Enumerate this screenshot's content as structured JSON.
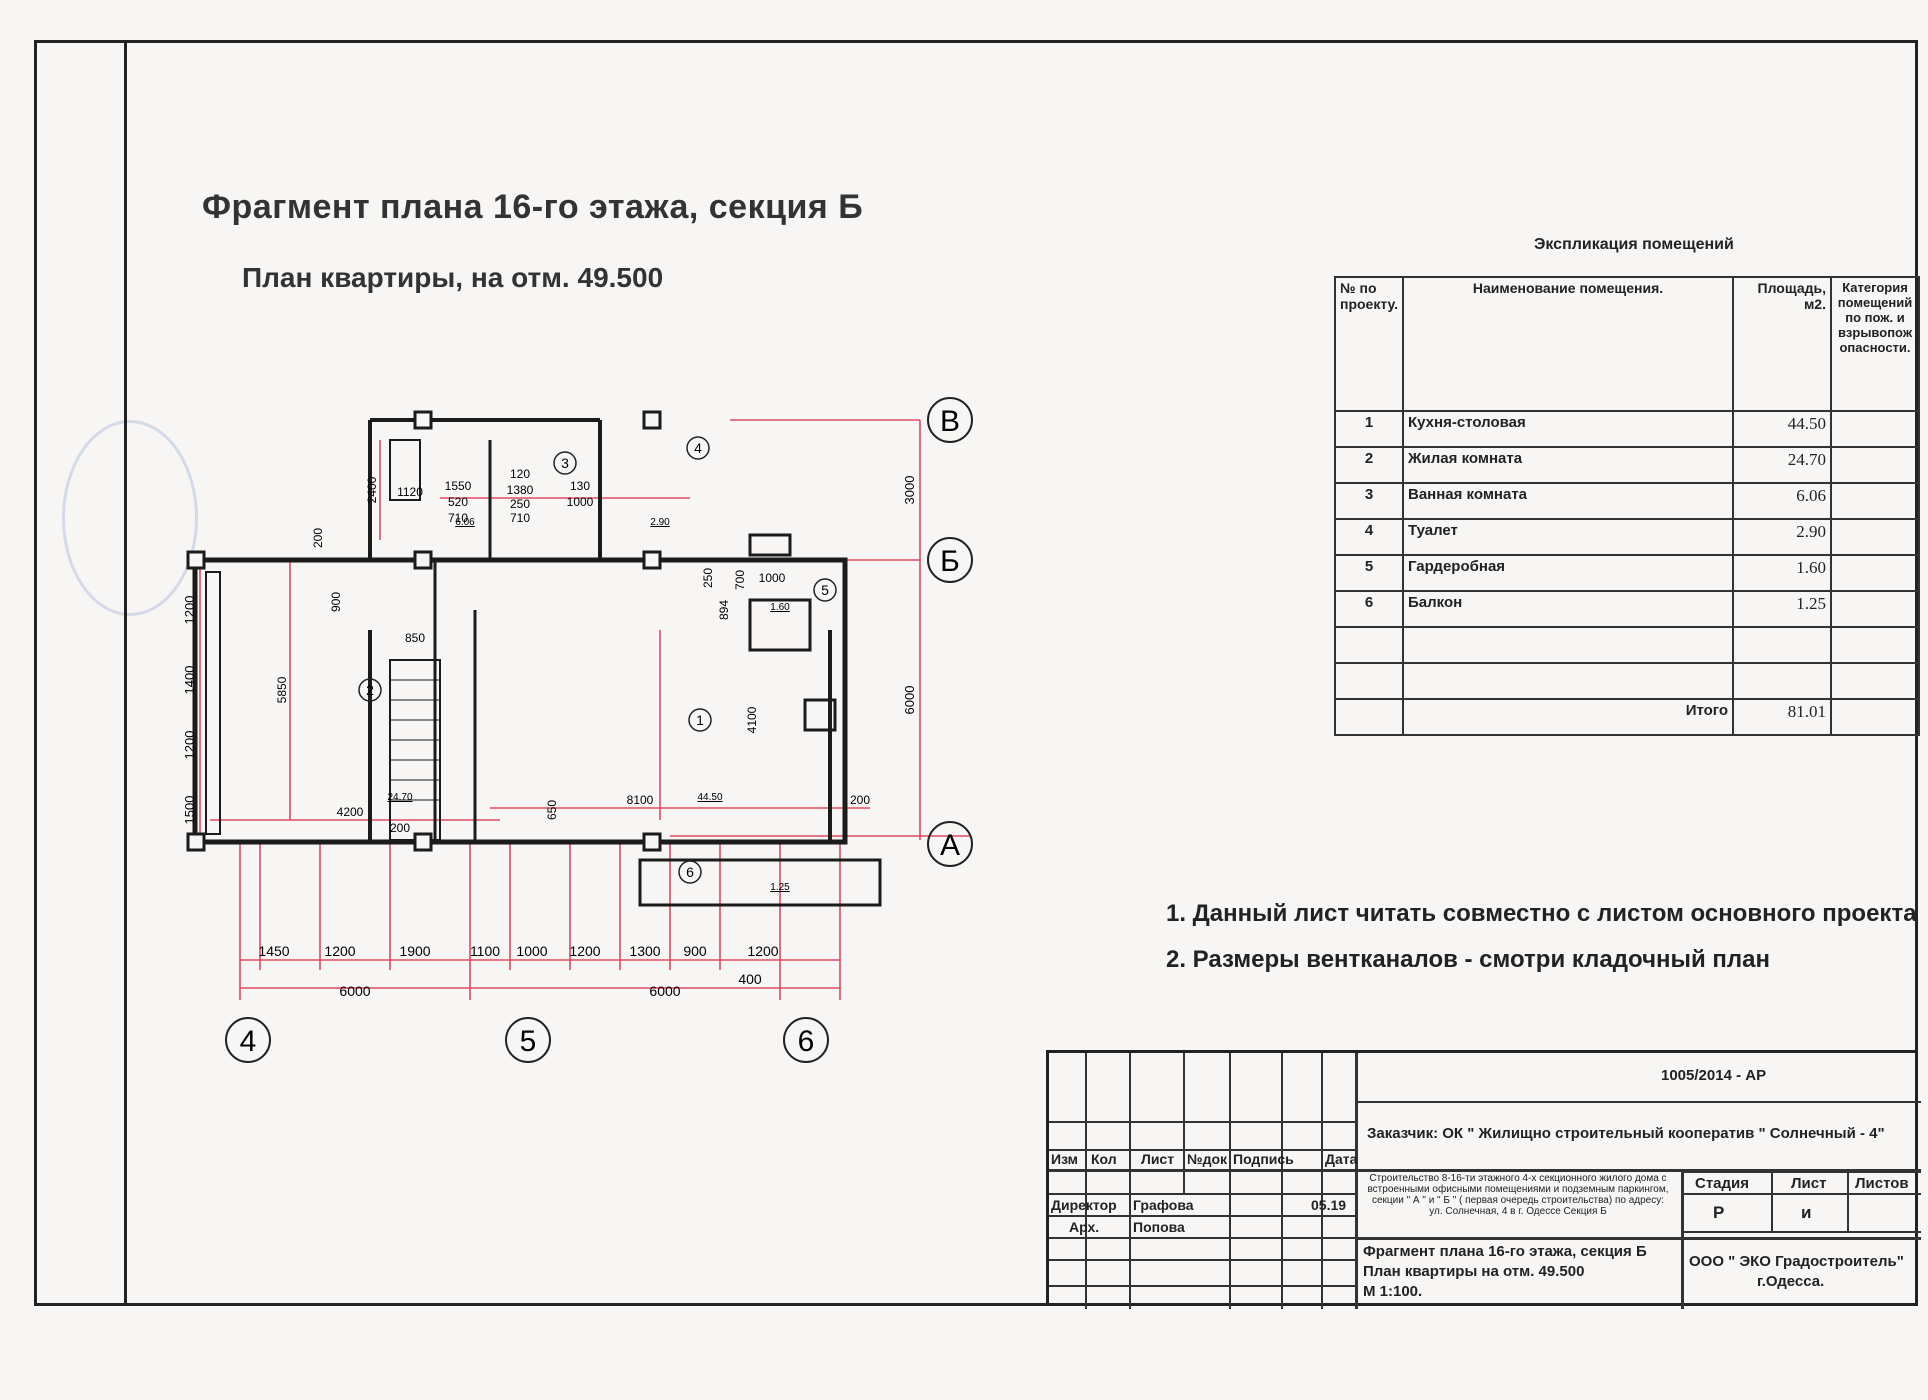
{
  "titles": {
    "main": "Фрагмент плана 16-го этажа, секция Б",
    "sub": "План квартиры, на отм. 49.500"
  },
  "axes": {
    "vertical": [
      "4",
      "5",
      "6"
    ],
    "horizontal": [
      "В",
      "Б",
      "А"
    ]
  },
  "room_marks": [
    "1",
    "2",
    "3",
    "4",
    "5",
    "6"
  ],
  "room_areas": [
    "44.50",
    "24.70",
    "6.06",
    "2.90",
    "1.60",
    "1.25"
  ],
  "dimensions": {
    "bottom_chain": [
      "1450",
      "1200",
      "1900",
      "1100",
      "1000",
      "1200",
      "1300",
      "900",
      "1200"
    ],
    "bottom_totals": [
      "6000",
      "6000"
    ],
    "bottom_extra": "400",
    "left_chain": [
      "1200",
      "1400",
      "1200",
      "1500"
    ],
    "right_chain": [
      "3000",
      "6000"
    ],
    "interior": [
      "4200",
      "8100",
      "5850",
      "4100",
      "2400",
      "1120",
      "1550",
      "520",
      "710",
      "120",
      "1380",
      "250",
      "710",
      "130",
      "1000",
      "200",
      "900",
      "850",
      "650",
      "200",
      "1000",
      "894",
      "700",
      "250",
      "200"
    ]
  },
  "explication": {
    "caption": "Экспликация помещений",
    "headers": [
      "№ по проекту.",
      "Наименование помещения.",
      "Площадь, м2.",
      "Категория помещений по пож. и взрывопож опасности."
    ],
    "rows": [
      {
        "num": "1",
        "name": "Кухня-столовая",
        "area": "44.50"
      },
      {
        "num": "2",
        "name": "Жилая комната",
        "area": "24.70"
      },
      {
        "num": "3",
        "name": "Ванная комната",
        "area": "6.06"
      },
      {
        "num": "4",
        "name": "Туалет",
        "area": "2.90"
      },
      {
        "num": "5",
        "name": "Гардеробная",
        "area": "1.60"
      },
      {
        "num": "6",
        "name": "Балкон",
        "area": "1.25"
      }
    ],
    "total_label": "Итого",
    "total_value": "81.01"
  },
  "notes": [
    "1. Данный лист читать совместно с листом основного проекта",
    "2. Размеры вентканалов - смотри кладочный план"
  ],
  "stamp": {
    "code": "1005/2014 - АР",
    "customer": "Заказчик:   ОК \" Жилищно строительный кооператив \" Солнечный - 4\"",
    "col_headers": [
      "Изм",
      "Кол",
      "Лист",
      "№док",
      "Подпись",
      "Дата"
    ],
    "roles": [
      {
        "role": "Директор",
        "name": "Графова",
        "date": "05.19"
      },
      {
        "role": "Арх.",
        "name": "Попова",
        "date": ""
      }
    ],
    "project": "Строительство 8-16-ти этажного 4-х секционного жилого дома с встроенными офисными помещениями и подземным паркингом, секции \" А \" и \" Б \" ( первая очередь строительства) по адресу: ул. Солнечная, 4 в г. Одессе Секция Б",
    "stage_headers": [
      "Стадия",
      "Лист",
      "Листов"
    ],
    "stage_values": [
      "Р",
      "и",
      ""
    ],
    "sheet_title": [
      "Фрагмент плана 16-го этажа, секция Б",
      "План квартиры на отм. 49.500",
      "М 1:100."
    ],
    "org": [
      "ООО \" ЭКО Градостроитель\"",
      "г.Одесса."
    ]
  }
}
